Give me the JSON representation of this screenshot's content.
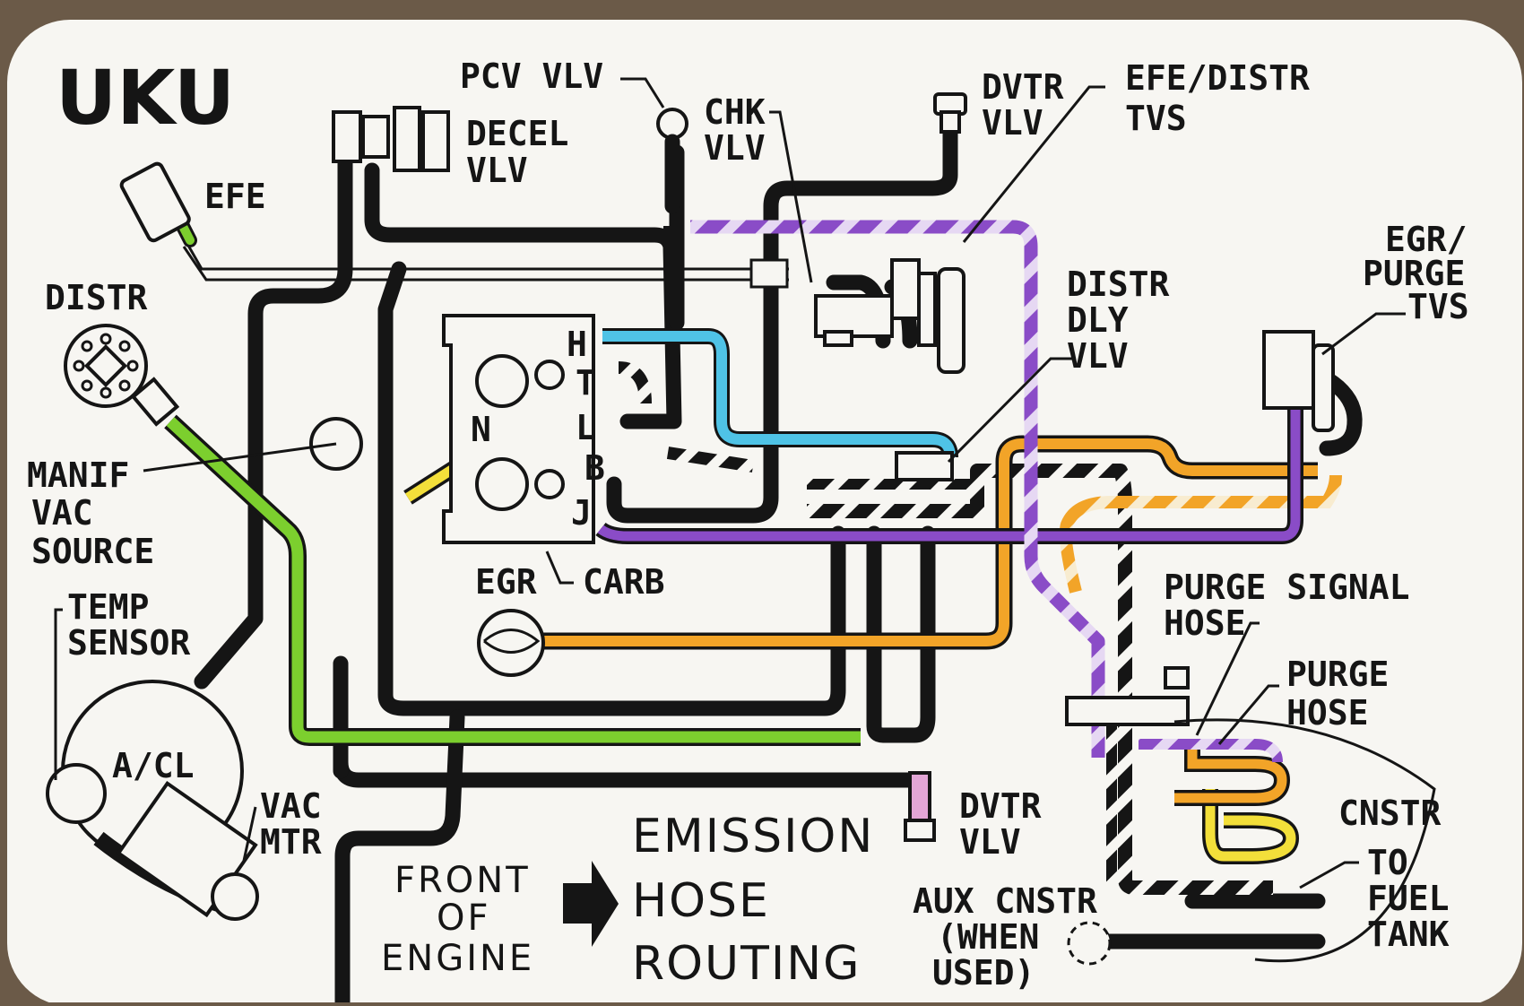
{
  "title": "UKU",
  "heading": [
    "EMISSION",
    "HOSE",
    "ROUTING"
  ],
  "front_of_engine": [
    "FRONT",
    "OF",
    "ENGINE"
  ],
  "colors": {
    "card": "#f7f6f2",
    "background": "#6b5a48",
    "black_hose": "#151515",
    "green_hose": "#7ccf2e",
    "blue_hose": "#4fc3e6",
    "orange_hose": "#f2a428",
    "purple_hose": "#8a4cc7",
    "yellow_hose": "#f3df3a",
    "pink_valve": "#e3a6d6"
  },
  "labels": {
    "pcv_vlv": "PCV VLV",
    "decel_vlv": [
      "DECEL",
      "VLV"
    ],
    "chk_vlv": [
      "CHK",
      "VLV"
    ],
    "dvtr_vlv_top": [
      "DVTR",
      "VLV"
    ],
    "efe_distr_tvs": [
      "EFE/DISTR",
      "TVS"
    ],
    "efe": "EFE",
    "distr": "DISTR",
    "egr_purge_tvs": [
      "EGR/",
      "PURGE",
      "TVS"
    ],
    "distr_dly_vlv": [
      "DISTR",
      "DLY",
      "VLV"
    ],
    "manif_vac_source": [
      "MANIF",
      "VAC",
      "SOURCE"
    ],
    "temp_sensor": [
      "TEMP",
      "SENSOR"
    ],
    "egr": "EGR",
    "carb": "CARB",
    "purge_signal_hose": [
      "PURGE SIGNAL",
      "HOSE"
    ],
    "purge_hose": [
      "PURGE",
      "HOSE"
    ],
    "cnstr": "CNSTR",
    "a_cl": "A/CL",
    "vac_mtr": [
      "VAC",
      "MTR"
    ],
    "dvtr_vlv_bottom": [
      "DVTR",
      "VLV"
    ],
    "aux_cnstr": [
      "AUX CNSTR",
      "(WHEN",
      "USED)"
    ],
    "to_fuel_tank": [
      "TO",
      "FUEL",
      "TANK"
    ]
  },
  "carb_ports": [
    "H",
    "T",
    "L",
    "B",
    "J",
    "N"
  ]
}
